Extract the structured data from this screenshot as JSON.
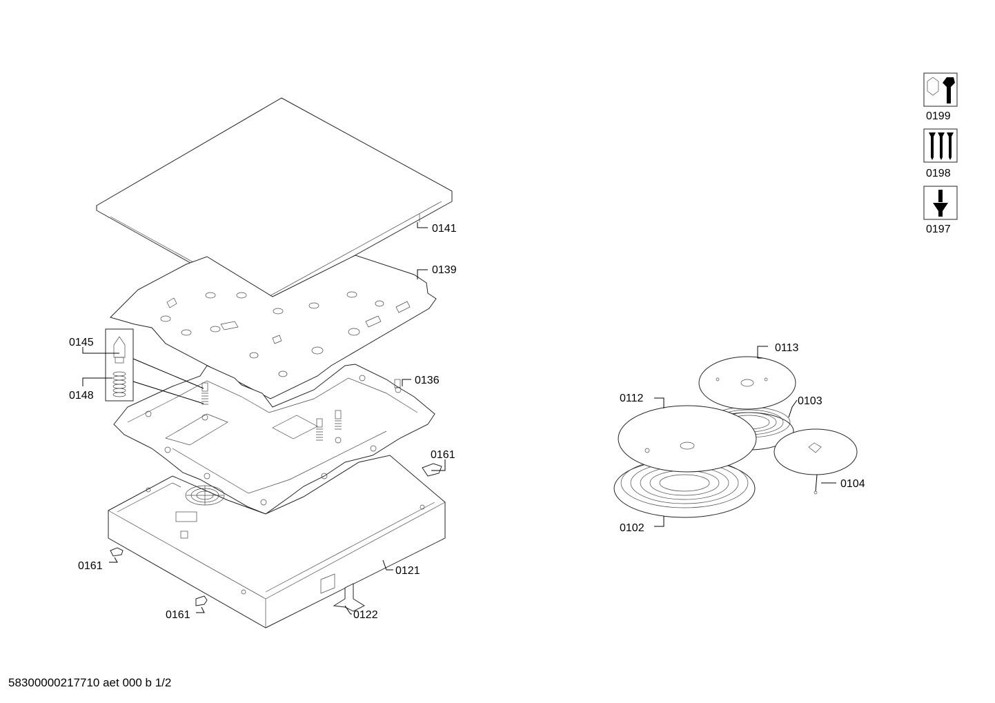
{
  "labels": {
    "p0141": "0141",
    "p0139": "0139",
    "p0145": "0145",
    "p0148": "0148",
    "p0136": "0136",
    "p0161a": "0161",
    "p0161b": "0161",
    "p0161c": "0161",
    "p0121": "0121",
    "p0122": "0122",
    "p0113": "0113",
    "p0112": "0112",
    "p0103": "0103",
    "p0104": "0104",
    "p0102": "0102",
    "p0199": "0199",
    "p0198": "0198",
    "p0197": "0197"
  },
  "icons": {
    "p0199": "wrench-nut-icon",
    "p0198": "screws-icon",
    "p0197": "screw-anchor-icon"
  },
  "footer": "58300000217710 aet 000 b 1/2"
}
